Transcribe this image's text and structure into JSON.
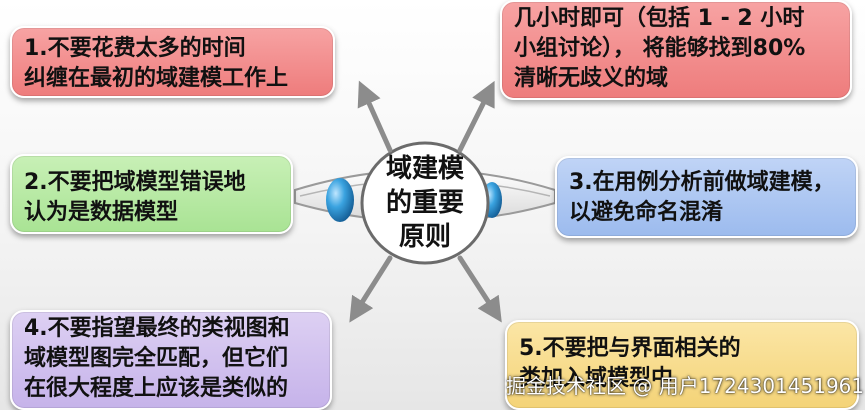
{
  "center": {
    "title": "域建模\n的重要\n原则"
  },
  "principles": [
    {
      "id": "p1",
      "text": "1.不要花费太多的时间\n纠缠在最初的域建模工作上"
    },
    {
      "id": "p2",
      "text": "几小时即可（包括 1 - 2 小时\n小组讨论）， 将能够找到80%\n清晰无歧义的域"
    },
    {
      "id": "p3",
      "text": "2.不要把域模型错误地\n认为是数据模型"
    },
    {
      "id": "p4",
      "text": "3.在用例分析前做域建模，\n以避免命名混淆"
    },
    {
      "id": "p5",
      "text": "4.不要指望最终的类视图和\n域模型图完全匹配，但它们\n在很大程度上应该是类似的"
    },
    {
      "id": "p6",
      "text": "5.不要把与界面相关的\n类加入域模型中"
    }
  ],
  "watermark": "掘金技术社区 @ 用户1724301451961",
  "colors": {
    "red": "#ee7c7c",
    "green": "#a9e394",
    "blue": "#9cbbee",
    "purple": "#c6b3ea",
    "yellow": "#f4d377",
    "arrow": "#8c8c8c",
    "orb": "#2f93d4"
  }
}
